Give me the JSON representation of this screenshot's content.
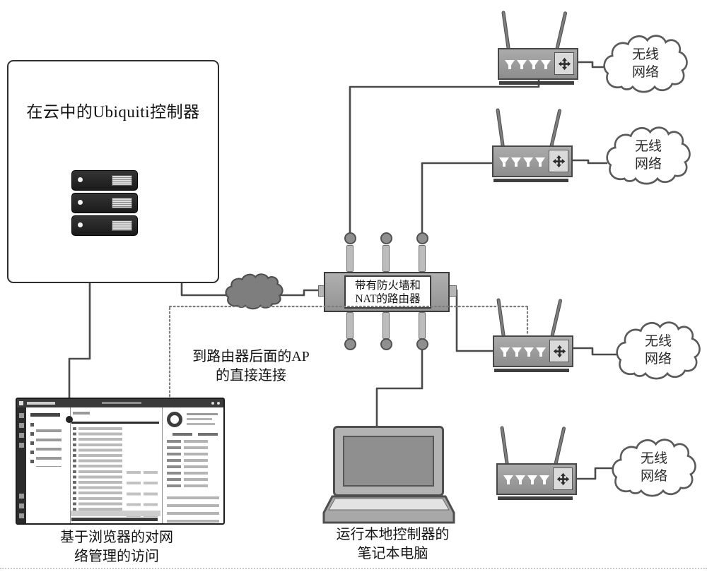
{
  "figure": {
    "controller_box_label": "在云中的Ubiquiti控制器",
    "router_label_line1": "带有防火墙和",
    "router_label_line2": "NAT的路由器",
    "direct_link_note_line1": "到路由器后面的AP",
    "direct_link_note_line2": "的直接连接",
    "wireless_cloud_line1": "无线",
    "wireless_cloud_line2": "网络",
    "laptop_caption_line1": "运行本地控制器的",
    "laptop_caption_line2": "笔记本电脑",
    "browser_caption_line1": "基于浏览器的对网",
    "browser_caption_line2": "络管理的访问"
  },
  "colors": {
    "line": "#4a4a4a",
    "dotted_line": "#7d7d7d",
    "device_gray": "#9e9e9e",
    "dark_device": "#262626",
    "internet_cloud_fill": "#7e7e7e",
    "background": "#ffffff"
  }
}
